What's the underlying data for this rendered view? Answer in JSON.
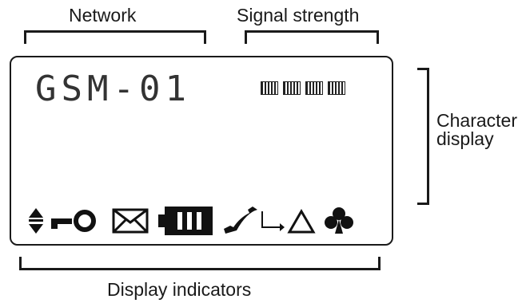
{
  "labels": {
    "network": "Network",
    "signal_strength": "Signal strength",
    "character_display_line1": "Character",
    "character_display_line2": "display",
    "display_indicators": "Display indicators"
  },
  "lcd": {
    "network_name": "GSM-01",
    "signal_bar_count": 4,
    "indicators": [
      "arrows-icon",
      "key-icon",
      "envelope-icon",
      "battery-icon",
      "phone-icon",
      "call-forward-icon",
      "triangle-icon",
      "club-icon"
    ]
  }
}
